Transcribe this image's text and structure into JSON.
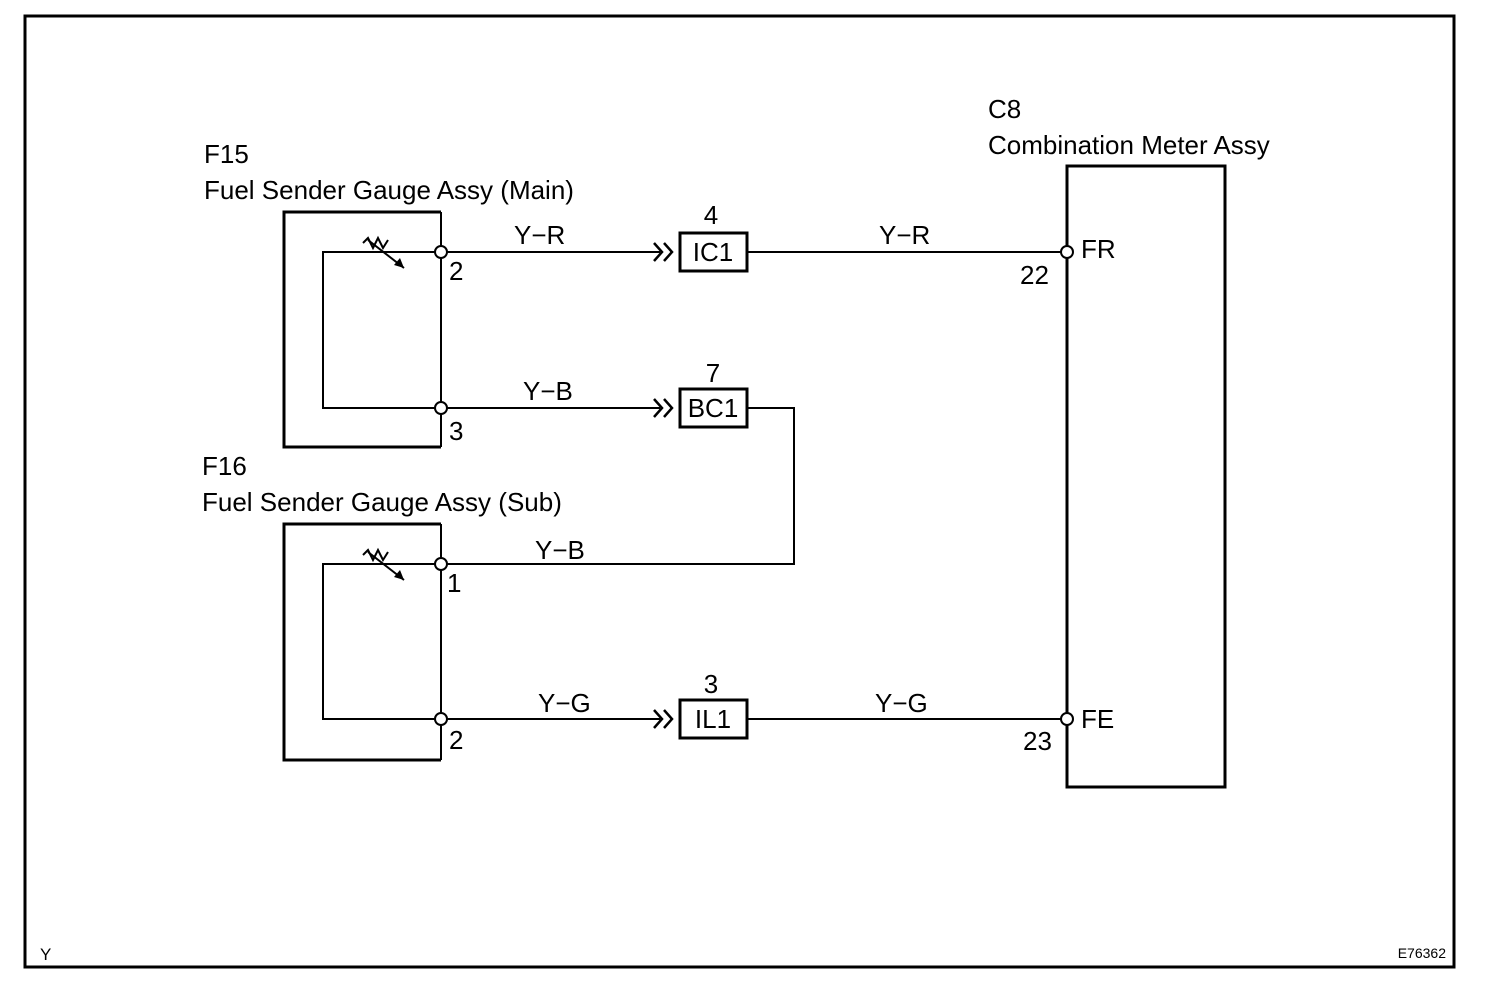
{
  "page": {
    "corner_left": "Y",
    "figure_id": "E76362"
  },
  "components": {
    "f15": {
      "code": "F15",
      "name": "Fuel Sender Gauge Assy (Main)",
      "pins": [
        "2",
        "3"
      ]
    },
    "f16": {
      "code": "F16",
      "name": "Fuel Sender Gauge Assy (Sub)",
      "pins": [
        "1",
        "2"
      ]
    },
    "c8": {
      "code": "C8",
      "name": "Combination Meter Assy",
      "pins": [
        "22",
        "23"
      ],
      "terminals": [
        "FR",
        "FE"
      ]
    }
  },
  "connectors": [
    {
      "name": "IC1",
      "pin": "4"
    },
    {
      "name": "BC1",
      "pin": "7"
    },
    {
      "name": "IL1",
      "pin": "3"
    }
  ],
  "wires": {
    "fr_left": "Y−R",
    "fr_right": "Y−R",
    "ground_main": "Y−B",
    "ground_sub": "Y−B",
    "fe_left": "Y−G",
    "fe_right": "Y−G"
  }
}
